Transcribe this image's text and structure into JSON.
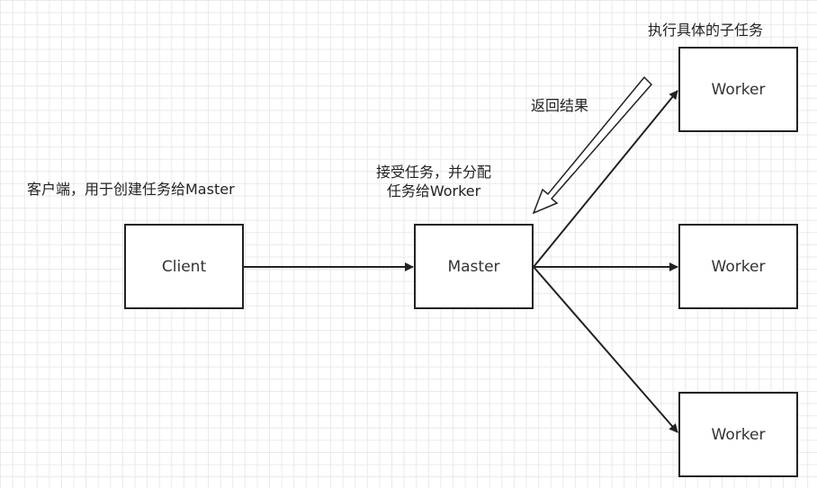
{
  "nodes": {
    "client": "Client",
    "master": "Master",
    "worker_top": "Worker",
    "worker_mid": "Worker",
    "worker_bottom": "Worker"
  },
  "annotations": {
    "client_note": "客户端，用于创建任务给Master",
    "master_note_line1": "接受任务，并分配",
    "master_note_line2": "任务给Worker",
    "return_note": "返回结果",
    "worker_note": "执行具体的子任务"
  },
  "colors": {
    "stroke": "#222222",
    "node_fill": "#ffffff",
    "grid": "#e9e9e9"
  }
}
